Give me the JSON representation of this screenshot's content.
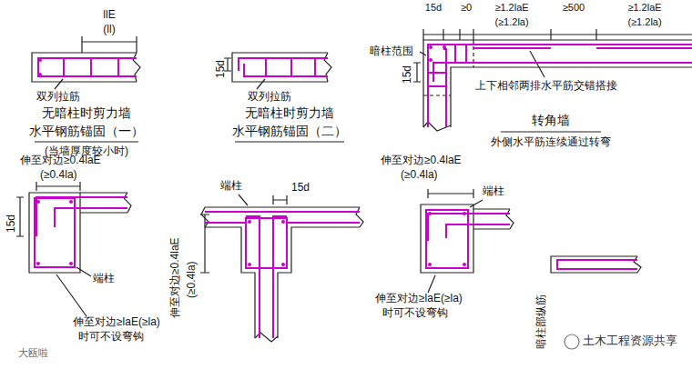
{
  "diagram": {
    "labels": [
      "llE",
      "(ll)",
      "双列拉筋",
      "无暗柱时剪力墙",
      "水平钢筋锚固（一）",
      "(当墙厚度较小时)",
      "15d",
      "双列拉筋",
      "无暗柱时剪力墙",
      "水平钢筋锚固（二）",
      "15d",
      "≥0",
      "≥1.2laE",
      "(≥1.2la)",
      "≥500",
      "≥1.2laE",
      "(≥1.2la)",
      "暗柱范围",
      "15d",
      "上下相邻两排水平筋交错搭接",
      "转角墙",
      "外侧水平筋连续通过转弯",
      "伸至对边≥0.4laE",
      "(≥0.4la)",
      "15d",
      "端柱",
      "伸至对边≥laE(≥la)",
      "时可不设弯钩",
      "端柱",
      "15d",
      "伸至对边≥0.4laE",
      "(≥0.4la)",
      "伸至对边≥0.4laE",
      "(≥0.4la)",
      "端柱",
      "伸至对边≥laE(≥la)",
      "时可不设弯钩",
      "暗柱部纵筋",
      "土木工程资源共享",
      "大瓯啦"
    ]
  }
}
